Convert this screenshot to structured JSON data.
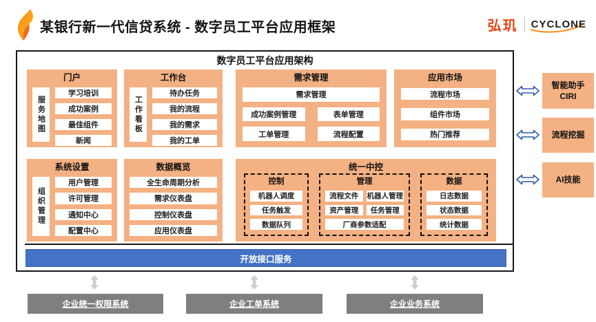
{
  "header": {
    "title": "某银行新一代信贷系统 - 数字员工平台应用框架",
    "brand_cn": "弘玑",
    "brand_en": "CYCLONE"
  },
  "diagram": {
    "title": "数字员工平台应用架构",
    "portal": {
      "title": "门户",
      "side": "服务地图",
      "items": [
        "学习培训",
        "成功案例",
        "最佳组件",
        "新闻"
      ]
    },
    "workbench": {
      "title": "工作台",
      "side": "工作看板",
      "items": [
        "待办任务",
        "我的流程",
        "我的需求",
        "我的工单"
      ]
    },
    "demand": {
      "title": "需求管理",
      "full": "需求管理",
      "items": [
        "成功案例管理",
        "表单管理",
        "工单管理",
        "流程配置"
      ]
    },
    "market": {
      "title": "应用市场",
      "items": [
        "流程市场",
        "组件市场",
        "热门推荐"
      ]
    },
    "settings": {
      "title": "系统设置",
      "side": "组织管理",
      "items": [
        "用户管理",
        "许可管理",
        "通知中心",
        "配置中心"
      ]
    },
    "overview": {
      "title": "数据概览",
      "items": [
        "全生命周期分析",
        "需求仪表盘",
        "控制仪表盘",
        "应用仪表盘"
      ]
    },
    "central": {
      "title": "统一中控",
      "control": {
        "title": "控制",
        "items": [
          "机器人调度",
          "任务触发",
          "数据队列"
        ]
      },
      "manage": {
        "title": "管理",
        "items": [
          "流程文件",
          "机器人管理",
          "资产管理",
          "任务管理"
        ],
        "full": "厂商参数适配"
      },
      "data": {
        "title": "数据",
        "items": [
          "日志数据",
          "状态数据",
          "统计数据"
        ]
      }
    },
    "open_api": "开放接口服务"
  },
  "right_panel": {
    "assistant_line1": "智能助手",
    "assistant_line2": "CIRI",
    "mining": "流程挖掘",
    "ai": "AI技能"
  },
  "bottom_systems": [
    "企业统一权限系统",
    "企业工单系统",
    "企业业务系统"
  ],
  "colors": {
    "orange": "#F4B183",
    "blue": "#4472C4",
    "gray": "#7F7F7F",
    "arrow_blue": "#2F5BA7",
    "arrow_gray": "#CFCFCF"
  }
}
